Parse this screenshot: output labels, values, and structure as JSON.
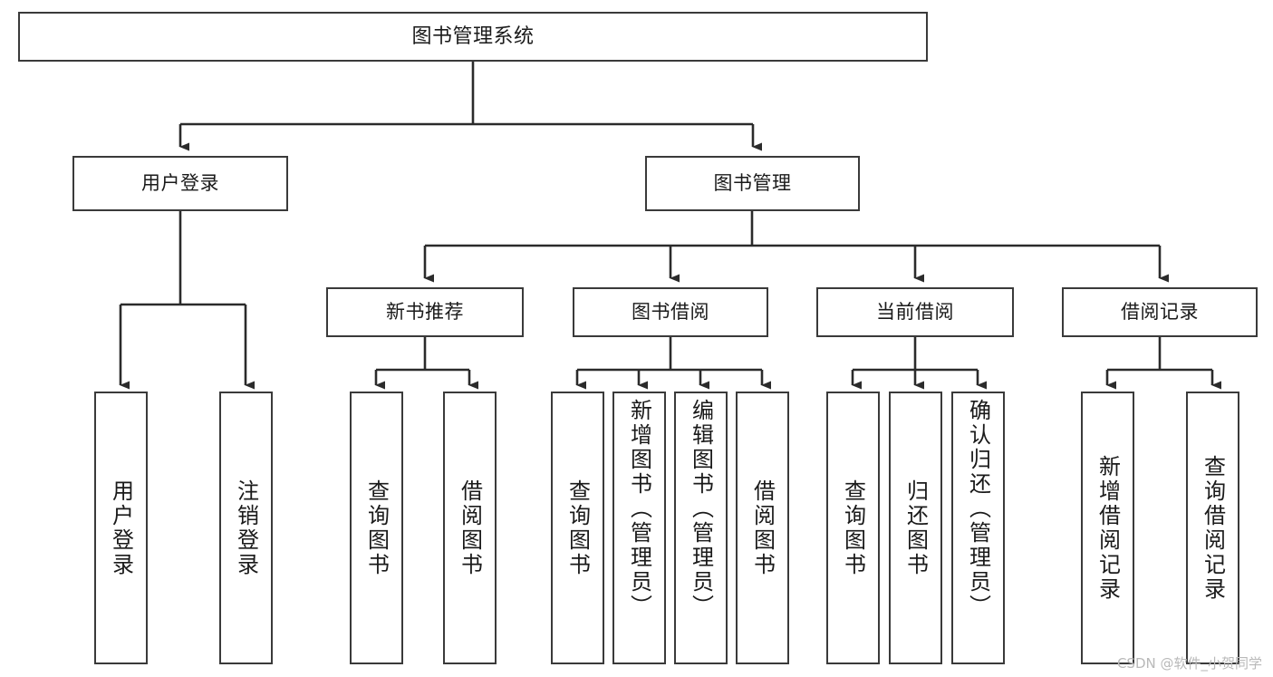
{
  "diagram": {
    "title": "图书管理系统",
    "type": "tree",
    "watermark": "CSDN @软件_小贺同学",
    "colors": {
      "box_border": "#3a3a3a",
      "box_fill": "#ffffff",
      "connector": "#2b2b2b",
      "text": "#1a1a1a",
      "watermark": "#b9b9b9",
      "background": "#ffffff"
    },
    "levels": [
      {
        "name": "root",
        "labels": [
          "图书管理系统"
        ]
      },
      {
        "name": "modules",
        "labels": [
          "用户登录",
          "图书管理"
        ]
      },
      {
        "name": "submodules",
        "labels": [
          "新书推荐",
          "图书借阅",
          "当前借阅",
          "借阅记录"
        ]
      },
      {
        "name": "functions",
        "labels": [
          "用户登录",
          "注销登录",
          "查询图书",
          "借阅图书",
          "查询图书",
          "新增图书（管理员）",
          "编辑图书（管理员）",
          "借阅图书",
          "查询图书",
          "归还图书",
          "确认归还（管理员）",
          "新增借阅记录",
          "查询借阅记录"
        ]
      }
    ],
    "nodes": {
      "root": "图书管理系统",
      "user_login": "用户登录",
      "book_manage": "图书管理",
      "new_book_rec": "新书推荐",
      "book_borrow": "图书借阅",
      "current_borrow": "当前借阅",
      "borrow_record": "借阅记录",
      "leaf_user_login": "用户登录",
      "leaf_user_logout": "注销登录",
      "leaf_rec_query": "查询图书",
      "leaf_rec_borrow": "借阅图书",
      "leaf_borrow_query": "查询图书",
      "leaf_borrow_add": "新增图书（管理员）",
      "leaf_borrow_edit": "编辑图书（管理员）",
      "leaf_borrow_borrow": "借阅图书",
      "leaf_cur_query": "查询图书",
      "leaf_cur_return": "归还图书",
      "leaf_cur_confirm": "确认归还（管理员）",
      "leaf_rec_add": "新增借阅记录",
      "leaf_rec_search": "查询借阅记录"
    }
  }
}
